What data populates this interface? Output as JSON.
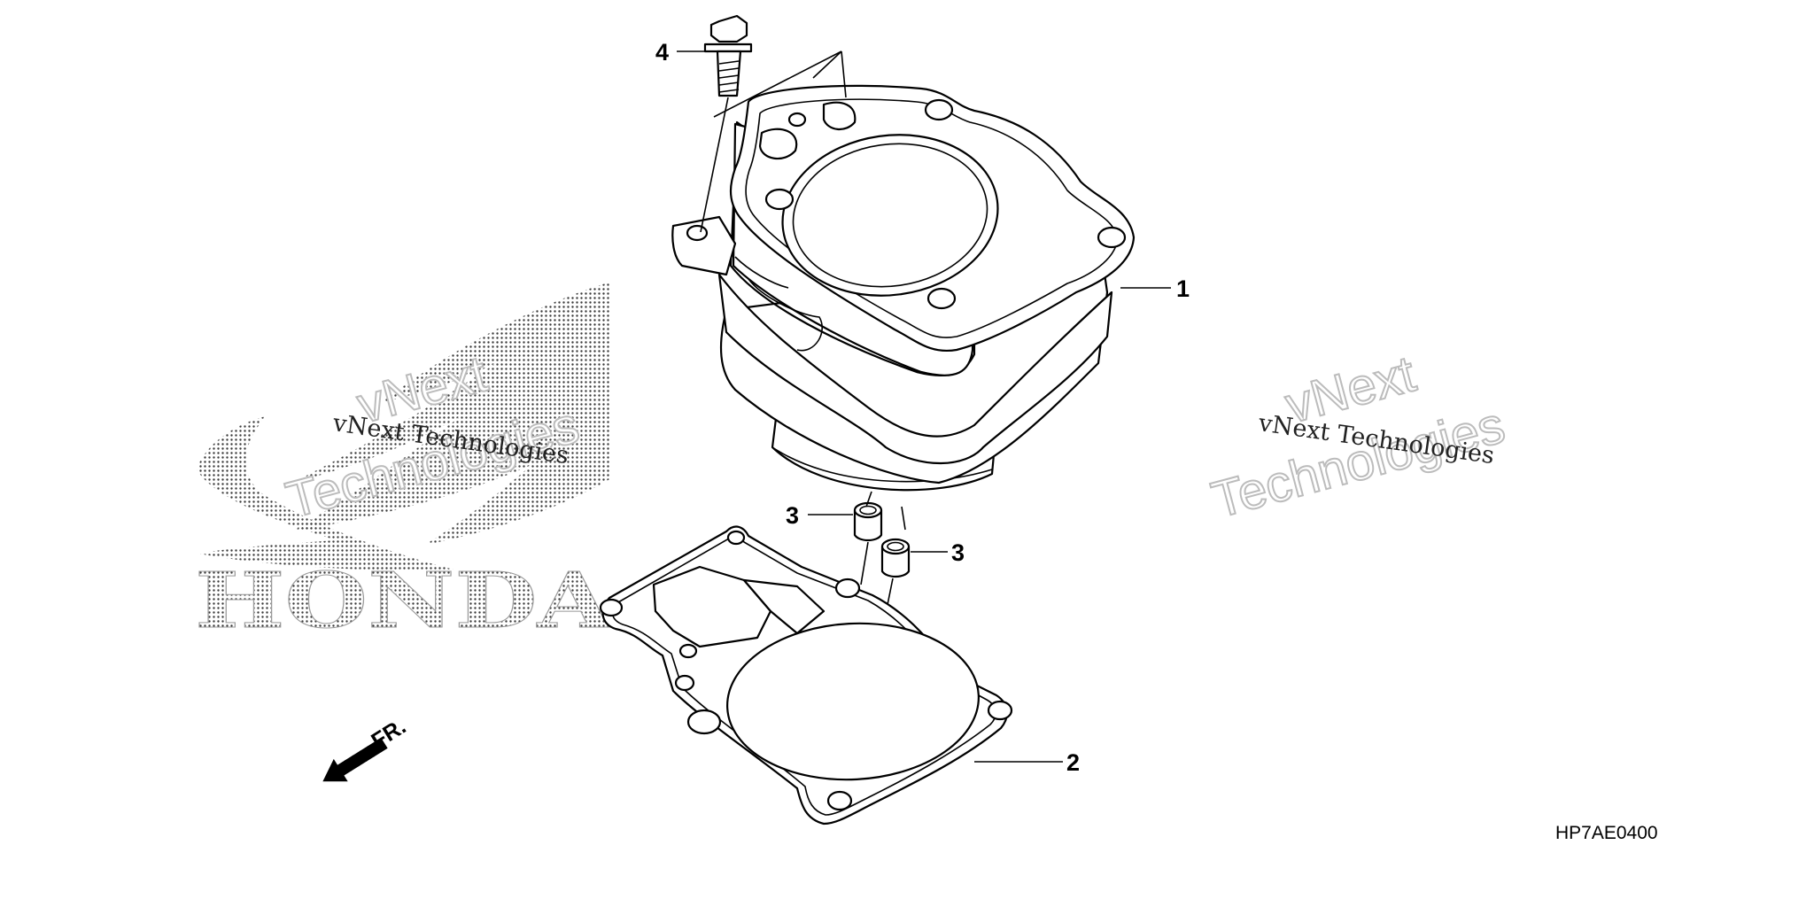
{
  "diagram": {
    "code": "HP7AE0400",
    "front_label": "FR.",
    "logo_text": "HONDA",
    "watermarks": [
      {
        "stacked_top": "vNext",
        "stacked_bottom": "Technologies",
        "serif_line": "vNext Technologies"
      },
      {
        "stacked_top": "vNext",
        "stacked_bottom": "Technologies",
        "serif_line": "vNext Technologies"
      }
    ],
    "parts": [
      {
        "callout": "1",
        "description": "cylinder"
      },
      {
        "callout": "2",
        "description": "cylinder base gasket"
      },
      {
        "callout": "3",
        "description": "dowel pin"
      },
      {
        "callout": "3",
        "description": "dowel pin"
      },
      {
        "callout": "4",
        "description": "flange bolt"
      }
    ]
  }
}
